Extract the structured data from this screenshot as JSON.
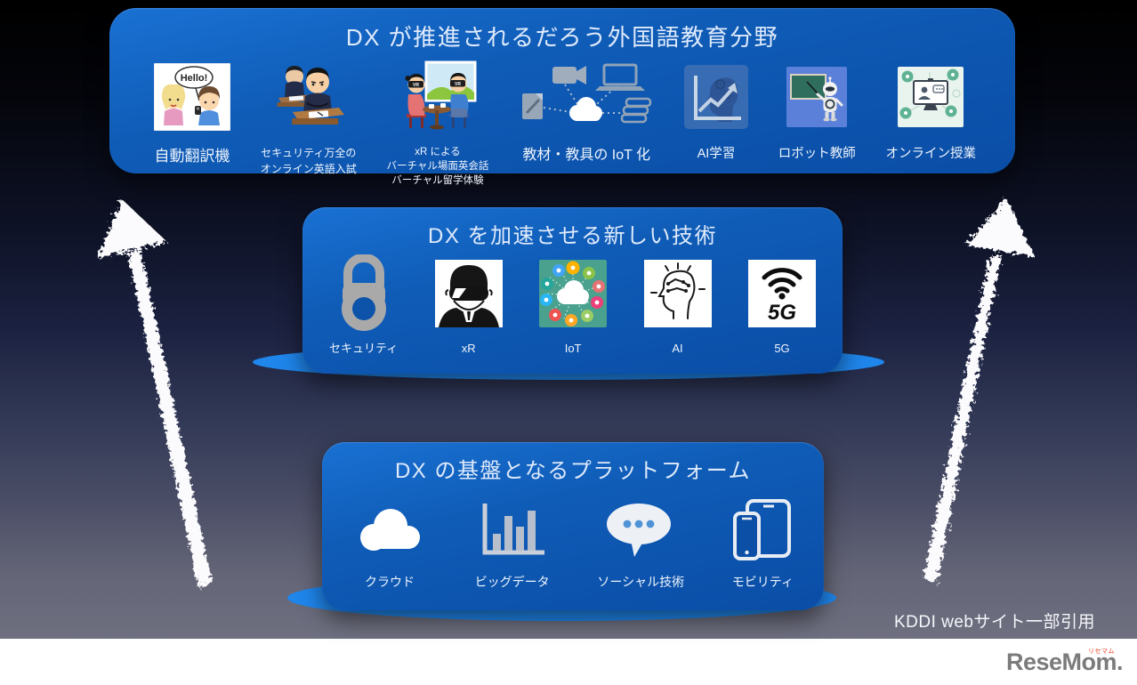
{
  "credit": "KDDI webサイト一部引用",
  "logo": {
    "text": "ReseMom.",
    "ruby": "リセマム"
  },
  "colors": {
    "panel_blue_top": "#1a71d3",
    "panel_blue_bottom": "#0a4da6",
    "platform_ellipse_blue": "#1f86ec",
    "title_text": "#dfeafb",
    "logo_gray": "#7b7b7b",
    "logo_ruby_red": "#e8431c"
  },
  "layers": [
    {
      "title": "DX が推進されるだろう外国語教育分野",
      "items": [
        {
          "label": "自動翻訳機",
          "icon": "translator-icon",
          "bubble_text": "Hello!"
        },
        {
          "label": [
            "セキュリティ万全の",
            "オンライン英語入試"
          ],
          "icon": "online-exam-icon"
        },
        {
          "label": [
            "xR による",
            "バーチャル場面英会話",
            "バーチャル留学体験"
          ],
          "icon": "vr-conversation-icon",
          "headset_label": "VR"
        },
        {
          "label": "教材・教具の IoT 化",
          "icon": "teaching-materials-iot-icon"
        },
        {
          "label": "AI学習",
          "icon": "ai-learning-icon"
        },
        {
          "label": "ロボット教師",
          "icon": "robot-teacher-icon"
        },
        {
          "label": "オンライン授業",
          "icon": "online-class-icon"
        }
      ]
    },
    {
      "title": "DX を加速させる新しい技術",
      "items": [
        {
          "label": "セキュリティ",
          "icon": "security-lock-icon"
        },
        {
          "label": "xR",
          "icon": "xr-goggles-icon"
        },
        {
          "label": "IoT",
          "icon": "iot-cloud-icon"
        },
        {
          "label": "AI",
          "icon": "ai-head-icon"
        },
        {
          "label": "5G",
          "icon": "5g-icon",
          "icon_text": "5G"
        }
      ]
    },
    {
      "title": "DX の基盤となるプラットフォーム",
      "items": [
        {
          "label": "クラウド",
          "icon": "cloud-icon"
        },
        {
          "label": "ビッグデータ",
          "icon": "big-data-icon"
        },
        {
          "label": "ソーシャル技術",
          "icon": "social-bubble-icon"
        },
        {
          "label": "モビリティ",
          "icon": "mobility-icon"
        }
      ]
    }
  ]
}
